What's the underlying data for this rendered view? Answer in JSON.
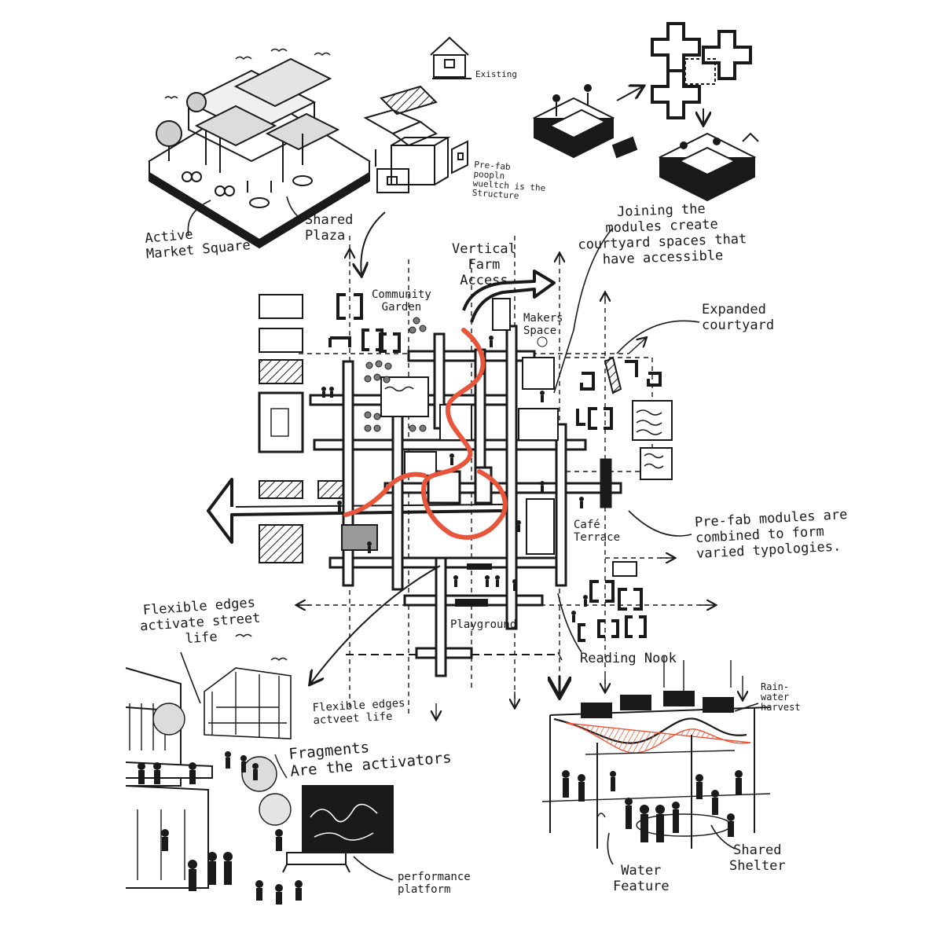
{
  "labels": {
    "existing": "Existing",
    "prefab_note": "Pre-fab\npoopln\nwueltch is the\nStructure",
    "active_market_square": "Active\nMarket Square",
    "shared_plaza": "Shared\nPlaza",
    "joining_modules": "Joining the\nmodules create\ncourtyard spaces that\nhave accessible",
    "vertical_farm_access": "Vertical\nFarm\nAccess",
    "community_garden": "Community\nGarden",
    "makers_space": "Makers\nSpace",
    "expanded_courtyard": "Expanded\ncourtyard",
    "cafe_terrace": "Café\nTerrace",
    "prefab_modules": "Pre-fab modules are\ncombined to form\nvaried typologies.",
    "playground": "Playground",
    "reading_nook": "Reading Nook",
    "flexible_edges_street": "Flexible edges\nactivate street\nlife",
    "flexible_edges_life": "Flexible edges\nactveet life",
    "fragments": "Fragments\nAre the activators",
    "performance_platform": "performance\nplatform",
    "rainwater_harvest": "Rain-\nwater\nharvest",
    "water_feature": "Water\nFeature",
    "shared_shelter": "Shared\nShelter"
  },
  "colors": {
    "ink": "#1a1a1a",
    "accent": "#e8553a",
    "shade": "#bdbdbd"
  }
}
